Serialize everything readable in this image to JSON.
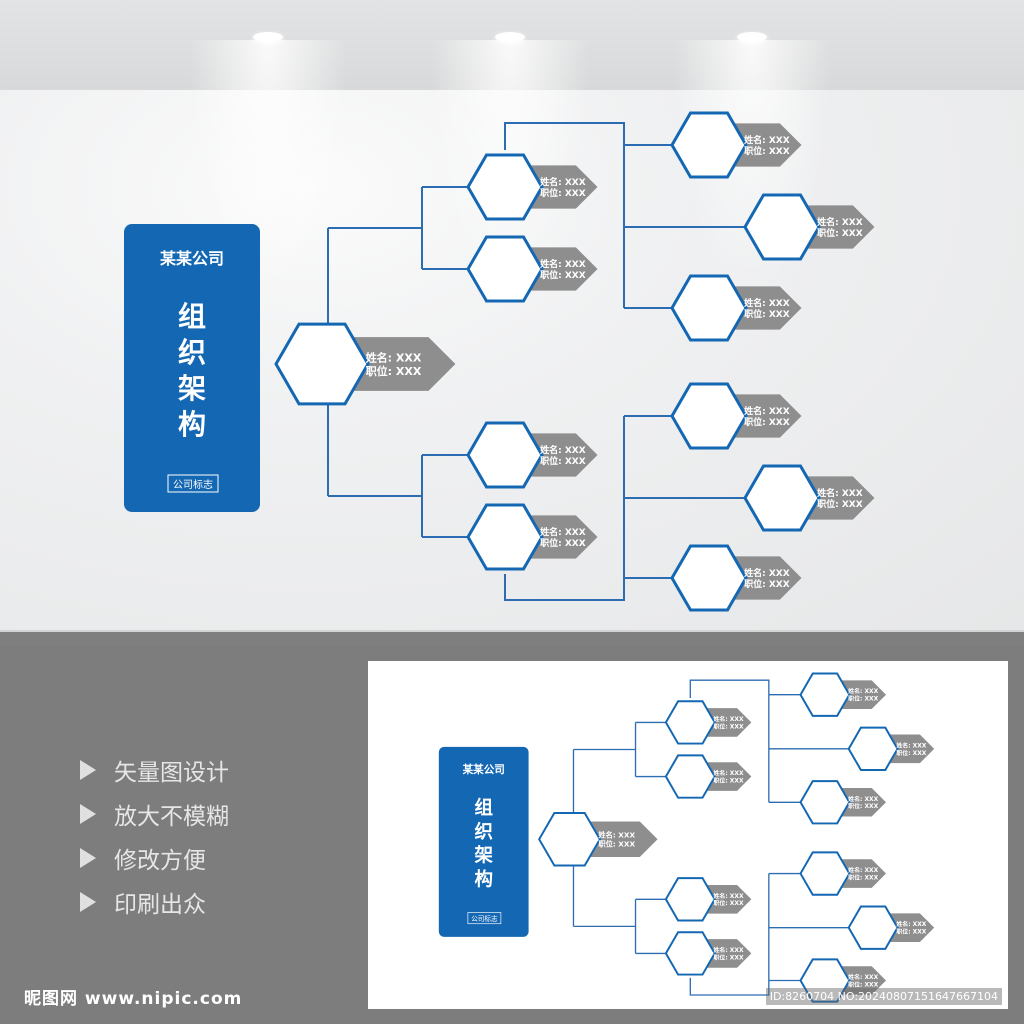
{
  "panel": {
    "company": "某某公司",
    "title_chars": [
      "组",
      "织",
      "架",
      "构"
    ],
    "logo": "公司标志"
  },
  "labels": {
    "name": "姓名: XXX",
    "position": "职位: XXX"
  },
  "features": [
    "矢量图设计",
    "放大不模糊",
    "修改方便",
    "印刷出众"
  ],
  "brand": "昵图网 www.nipic.com",
  "watermark_id": "ID:8260704 NO:20240807151647667104",
  "colors": {
    "blue": "#1467b3",
    "gray_tag": "#8e8e8e",
    "line": "#2b6cb3"
  }
}
